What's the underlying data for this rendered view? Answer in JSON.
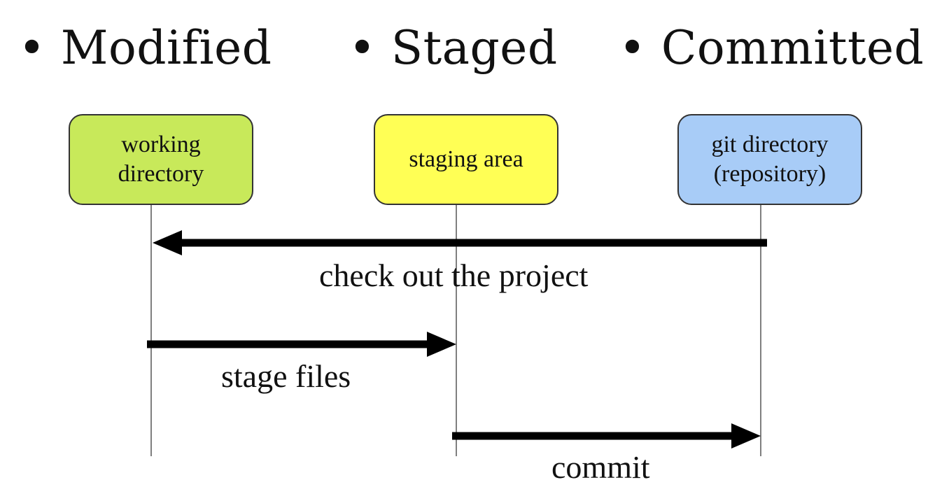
{
  "states": [
    {
      "label": "Modified",
      "bullet": "•"
    },
    {
      "label": "Staged",
      "bullet": "•"
    },
    {
      "label": "Committed",
      "bullet": "•"
    }
  ],
  "nodes": {
    "working": {
      "line1": "working",
      "line2": "directory",
      "color": "#c8e95a"
    },
    "staging": {
      "line1": "staging area",
      "color": "#ffff55"
    },
    "git": {
      "line1": "git directory",
      "line2": "(repository)",
      "color": "#a8ccf7"
    }
  },
  "actions": {
    "checkout": "check out the project",
    "stage": "stage files",
    "commit": "commit"
  }
}
